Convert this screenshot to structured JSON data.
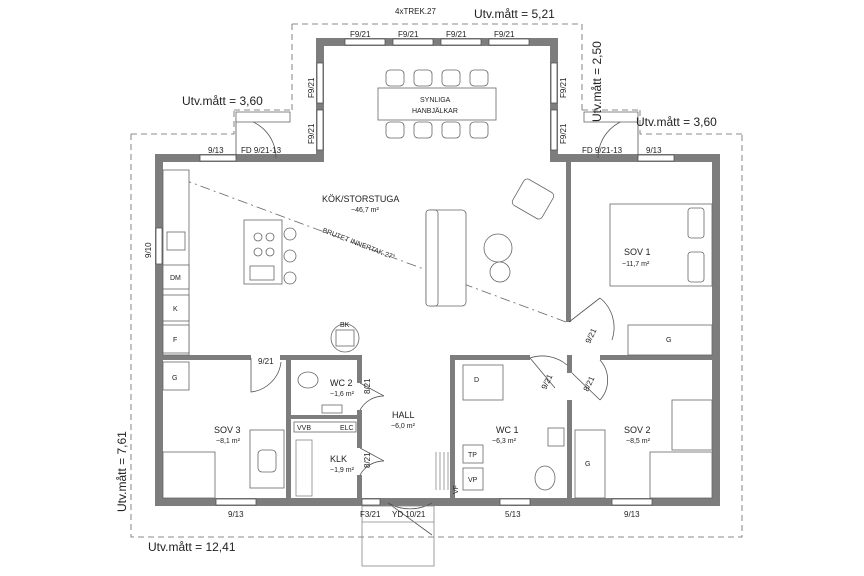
{
  "header": {
    "code": "4xTREK.27"
  },
  "dimensions": {
    "top": "Utv.mått = 5,21",
    "right_vertical": "Utv.mått = 2,50",
    "left_wing": "Utv.mått = 3,60",
    "right_wing": "Utv.mått = 3,60",
    "left_vertical": "Utv.mått = 7,61",
    "bottom": "Utv.mått = 12,41"
  },
  "windows": {
    "top_1": "F9/21",
    "top_2": "F9/21",
    "top_3": "F9/21",
    "top_4": "F9/21",
    "side_left_1": "F9/21",
    "side_left_2": "F9/21",
    "side_right_1": "F9/21",
    "side_right_2": "F9/21",
    "wing_left": "9/13",
    "wing_right": "9/13",
    "kitchen_side": "9/10",
    "bottom_left": "9/13",
    "bottom_mid": "5/13",
    "bottom_right": "9/13"
  },
  "doors": {
    "fd_left": "FD 9/21-13",
    "fd_right": "FD 9/21-13",
    "sov3_door": "9/21",
    "wc2_door": "8/21",
    "klk_door": "8/21",
    "sov1_door": "9/21",
    "wc1_door": "9/21",
    "sov2_door": "8/21",
    "entry_window": "F3/21",
    "entry_door": "YD 10/21"
  },
  "rooms": {
    "kok": {
      "name": "KÖK/STORSTUGA",
      "area": "~46,7 m²"
    },
    "sov1": {
      "name": "SOV 1",
      "area": "~11,7 m²"
    },
    "sov2": {
      "name": "SOV 2",
      "area": "~8,5 m²"
    },
    "sov3": {
      "name": "SOV 3",
      "area": "~8,1 m²"
    },
    "wc1": {
      "name": "WC 1",
      "area": "~6,3 m²"
    },
    "wc2": {
      "name": "WC 2",
      "area": "~1,6 m²"
    },
    "hall": {
      "name": "HALL",
      "area": "~6,0 m²"
    },
    "klk": {
      "name": "KLK",
      "area": "~1,9 m²"
    }
  },
  "annotations": {
    "beams_1": "SYNLIGA",
    "beams_2": "HANBJÄLKAR",
    "ceiling": "BRUTET INNERTAK 27°",
    "stove": "BK",
    "dm": "DM",
    "k": "K",
    "f": "F",
    "g_sov3": "G",
    "g_sov1": "G",
    "g_sov2": "G",
    "d_wc1": "D",
    "tp": "TP",
    "vp": "VP",
    "vvb": "VVB",
    "vf": "VF",
    "el_c": "ELC"
  }
}
